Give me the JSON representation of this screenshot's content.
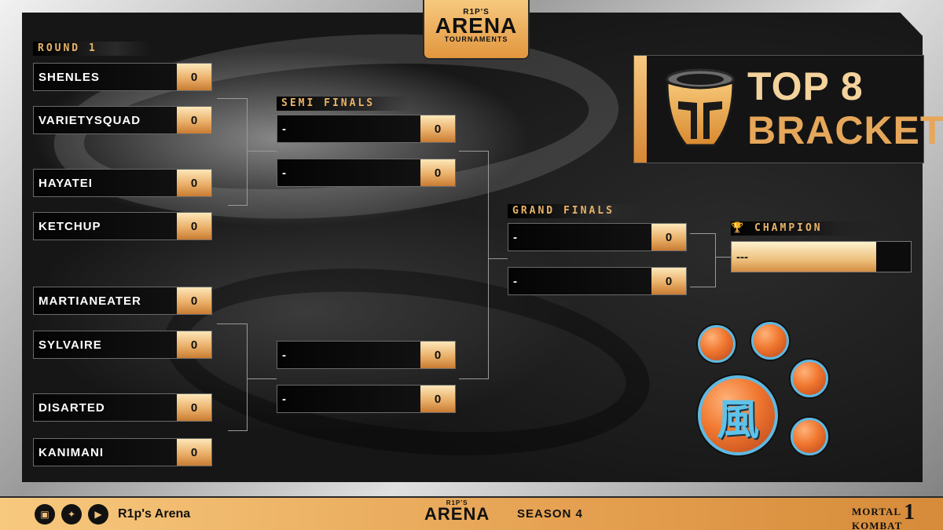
{
  "header": {
    "logo_small": "R1P'S",
    "logo_big": "ARENA",
    "logo_sub": "TOURNAMENTS"
  },
  "rounds": {
    "round1_label": "ROUND 1",
    "semi_label": "SEMI FINALS",
    "grand_label": "GRAND FINALS",
    "champion_label": "CHAMPION"
  },
  "round1": [
    {
      "name": "SHENLES",
      "score": "0"
    },
    {
      "name": "VARIETYSQUAD",
      "score": "0"
    },
    {
      "name": "HAYATEI",
      "score": "0"
    },
    {
      "name": "KETCHUP",
      "score": "0"
    },
    {
      "name": "MARTIANEATER",
      "score": "0"
    },
    {
      "name": "SYLVAIRE",
      "score": "0"
    },
    {
      "name": "DISARTED",
      "score": "0"
    },
    {
      "name": "KANIMANI",
      "score": "0"
    }
  ],
  "semis": [
    {
      "name": "-",
      "score": "0"
    },
    {
      "name": "-",
      "score": "0"
    },
    {
      "name": "-",
      "score": "0"
    },
    {
      "name": "-",
      "score": "0"
    }
  ],
  "grand": [
    {
      "name": "-",
      "score": "0"
    },
    {
      "name": "-",
      "score": "0"
    }
  ],
  "champion": {
    "name": "---"
  },
  "title": {
    "line1": "TOP 8",
    "line2": "BRACKET"
  },
  "emblem_glyph": "風",
  "footer": {
    "social_icons": [
      "twitch-icon",
      "twitter-icon",
      "youtube-icon"
    ],
    "handle": "R1p's Arena",
    "logo_small": "R1P'S",
    "logo_big": "ARENA",
    "season": "SEASON 4",
    "game_left": "MORTAL",
    "game_mid": "1",
    "game_right": "KOMBAT"
  },
  "colors": {
    "accent": "#e9b368",
    "panel": "#1b1b1b",
    "orb_ring": "#5fb9e2"
  }
}
